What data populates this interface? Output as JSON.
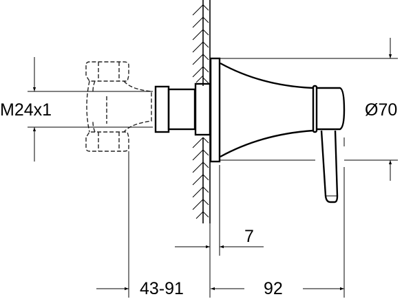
{
  "drawing": {
    "type": "technical-dimension-drawing",
    "subject": "concealed valve trim with lever handle, side view",
    "line_color": "#000000",
    "background": "#ffffff"
  },
  "dimensions": {
    "thread": {
      "label": "M24x1"
    },
    "diameter": {
      "label": "Ø70",
      "symbol": "Ø",
      "value": "70"
    },
    "rosette_thickness": {
      "label": "7"
    },
    "wall_depth": {
      "label": "43-91"
    },
    "projection": {
      "label": "92"
    }
  }
}
